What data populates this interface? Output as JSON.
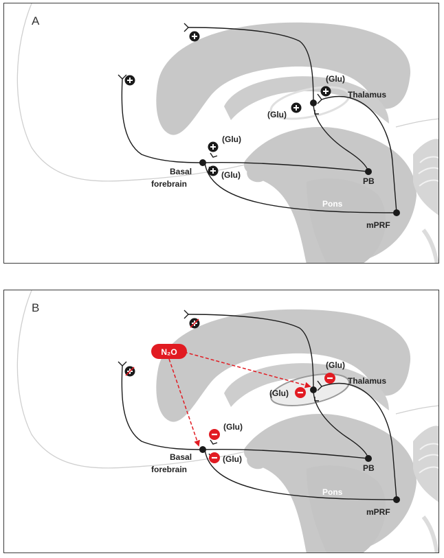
{
  "panels": [
    {
      "letter": "A",
      "labels": {
        "glu_thalamus_top": "(Glu)",
        "glu_thalamus_left": "(Glu)",
        "thalamus": "Thalamus",
        "glu_bf_top": "(Glu)",
        "glu_bf_bottom": "(Glu)",
        "basal": "Basal",
        "forebrain": "forebrain",
        "pb": "PB",
        "pons": "Pons",
        "mprf": "mPRF"
      },
      "effect": "excitatory"
    },
    {
      "letter": "B",
      "labels": {
        "glu_thalamus_top": "(Glu)",
        "glu_thalamus_left": "(Glu)",
        "thalamus": "Thalamus",
        "glu_bf_top": "(Glu)",
        "glu_bf_bottom": "(Glu)",
        "basal": "Basal",
        "forebrain": "forebrain",
        "pb": "PB",
        "pons": "Pons",
        "mprf": "mPRF"
      },
      "effect": "inhibitory",
      "drug": "N₂O"
    }
  ],
  "colors": {
    "brain_gray": "#c8c8c8",
    "brain_light": "#e6e6e6",
    "outline": "#c9c9c9",
    "inhibit_red": "#e11b22",
    "pathway": "#1a1a1a",
    "excite_badge": "#1a1a1a"
  },
  "icons": [
    "plus-badge-icon",
    "minus-badge-icon",
    "blocked-plus-icon",
    "synapse-fork-icon",
    "neuron-body-icon",
    "dashed-arrow-icon"
  ]
}
